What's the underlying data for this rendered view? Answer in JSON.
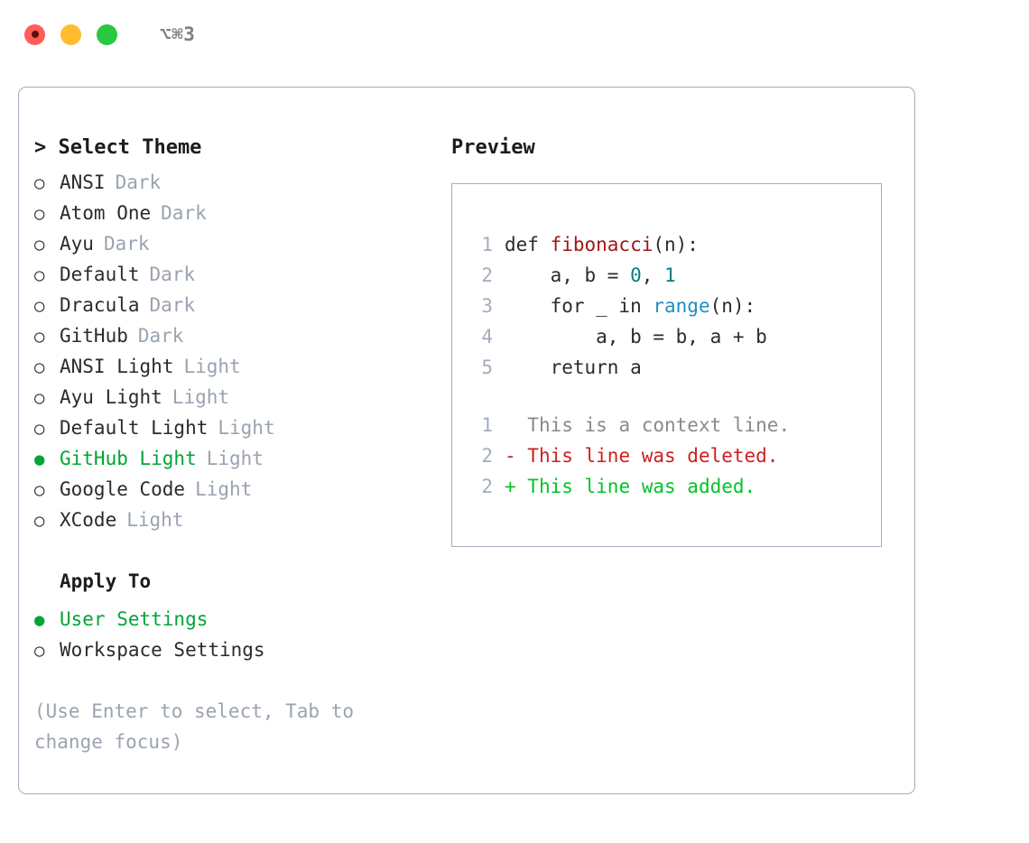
{
  "titlebar": {
    "shortcut": "⌥⌘3",
    "buttons": [
      "close",
      "minimize",
      "zoom"
    ]
  },
  "left": {
    "header": "> Select Theme",
    "themes": [
      {
        "marker": "○",
        "name": "ANSI",
        "variant": "Dark",
        "selected": false
      },
      {
        "marker": "○",
        "name": "Atom One",
        "variant": "Dark",
        "selected": false
      },
      {
        "marker": "○",
        "name": "Ayu",
        "variant": "Dark",
        "selected": false
      },
      {
        "marker": "○",
        "name": "Default",
        "variant": "Dark",
        "selected": false
      },
      {
        "marker": "○",
        "name": "Dracula",
        "variant": "Dark",
        "selected": false
      },
      {
        "marker": "○",
        "name": "GitHub",
        "variant": "Dark",
        "selected": false
      },
      {
        "marker": "○",
        "name": "ANSI Light",
        "variant": "Light",
        "selected": false
      },
      {
        "marker": "○",
        "name": "Ayu Light",
        "variant": "Light",
        "selected": false
      },
      {
        "marker": "○",
        "name": "Default Light",
        "variant": "Light",
        "selected": false
      },
      {
        "marker": "●",
        "name": "GitHub Light",
        "variant": "Light",
        "selected": true
      },
      {
        "marker": "○",
        "name": "Google Code",
        "variant": "Light",
        "selected": false
      },
      {
        "marker": "○",
        "name": "XCode",
        "variant": "Light",
        "selected": false
      }
    ],
    "apply_to_label": "Apply To",
    "apply_to_options": [
      {
        "marker": "●",
        "name": "User Settings",
        "selected": true
      },
      {
        "marker": "○",
        "name": "Workspace Settings",
        "selected": false
      }
    ],
    "hint": "(Use Enter to select, Tab to change focus)"
  },
  "right": {
    "header": "Preview",
    "code_lines": [
      {
        "no": "1",
        "tokens": [
          {
            "t": "def ",
            "k": "plain"
          },
          {
            "t": "fibonacci",
            "k": "func"
          },
          {
            "t": "(n):",
            "k": "plain"
          }
        ]
      },
      {
        "no": "2",
        "tokens": [
          {
            "t": "    a, b = ",
            "k": "plain"
          },
          {
            "t": "0",
            "k": "num"
          },
          {
            "t": ", ",
            "k": "plain"
          },
          {
            "t": "1",
            "k": "num"
          }
        ]
      },
      {
        "no": "3",
        "tokens": [
          {
            "t": "    for _ in ",
            "k": "plain"
          },
          {
            "t": "range",
            "k": "builtin"
          },
          {
            "t": "(n):",
            "k": "plain"
          }
        ]
      },
      {
        "no": "4",
        "tokens": [
          {
            "t": "        a, b = b, a + b",
            "k": "plain"
          }
        ]
      },
      {
        "no": "5",
        "tokens": [
          {
            "t": "    return a",
            "k": "plain"
          }
        ]
      }
    ],
    "diff_lines": [
      {
        "no": "1",
        "sign": " ",
        "text": " This is a context line.",
        "kind": "context"
      },
      {
        "no": "2",
        "sign": "-",
        "text": " This line was deleted.",
        "kind": "deleted"
      },
      {
        "no": "2",
        "sign": "+",
        "text": " This line was added.",
        "kind": "added"
      }
    ]
  },
  "colors": {
    "accent_green": "#00a535",
    "muted": "#9aa3b0",
    "border": "#a3adbb",
    "func_red": "#a31515",
    "num_teal": "#007e7e",
    "builtin_blue": "#1f8fbf",
    "diff_del": "#cc1f1f",
    "diff_add": "#00c424",
    "light_red": "#ff5f57",
    "light_yellow": "#ffbd2e",
    "light_green": "#28c840"
  }
}
